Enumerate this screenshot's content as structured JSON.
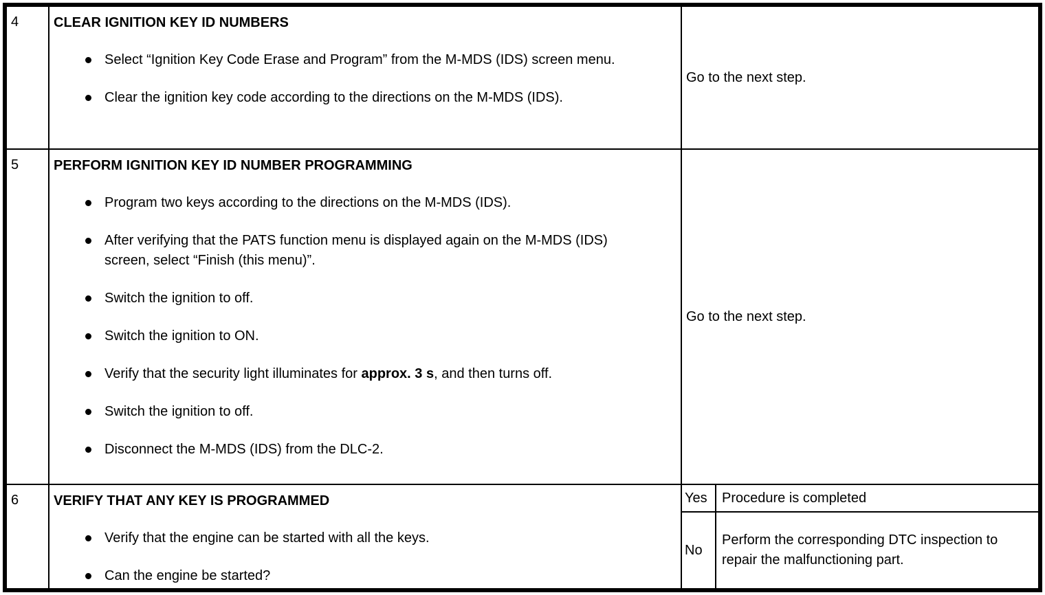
{
  "steps": [
    {
      "number": "4",
      "title": "CLEAR IGNITION KEY ID NUMBERS",
      "bullets": [
        {
          "segments": [
            {
              "text": "Select “Ignition Key Code Erase and Program” from the M-MDS (IDS) screen menu.",
              "bold": false
            }
          ]
        },
        {
          "segments": [
            {
              "text": "Clear the ignition key code according to the directions on the M-MDS (IDS).",
              "bold": false
            }
          ]
        }
      ],
      "results": [
        {
          "flag": "",
          "text": "Go to the next step."
        }
      ]
    },
    {
      "number": "5",
      "title": "PERFORM IGNITION KEY ID NUMBER PROGRAMMING",
      "bullets": [
        {
          "segments": [
            {
              "text": "Program two keys according to the directions on the M-MDS (IDS).",
              "bold": false
            }
          ]
        },
        {
          "segments": [
            {
              "text": "After verifying that the PATS function menu is displayed again on the M-MDS (IDS) screen, select “Finish (this menu)”.",
              "bold": false
            }
          ]
        },
        {
          "segments": [
            {
              "text": "Switch the ignition to off.",
              "bold": false
            }
          ]
        },
        {
          "segments": [
            {
              "text": "Switch the ignition to ON.",
              "bold": false
            }
          ]
        },
        {
          "segments": [
            {
              "text": "Verify that the security light illuminates for ",
              "bold": false
            },
            {
              "text": "approx. 3 s",
              "bold": true
            },
            {
              "text": ", and then turns off.",
              "bold": false
            }
          ]
        },
        {
          "segments": [
            {
              "text": "Switch the ignition to off.",
              "bold": false
            }
          ]
        },
        {
          "segments": [
            {
              "text": "Disconnect the M-MDS (IDS) from the DLC-2.",
              "bold": false
            }
          ]
        }
      ],
      "results": [
        {
          "flag": "",
          "text": "Go to the next step."
        }
      ]
    },
    {
      "number": "6",
      "title": "VERIFY THAT ANY KEY IS PROGRAMMED",
      "bullets": [
        {
          "segments": [
            {
              "text": "Verify that the engine can be started with all the keys.",
              "bold": false
            }
          ]
        },
        {
          "segments": [
            {
              "text": "Can the engine be started?",
              "bold": false
            }
          ]
        }
      ],
      "results": [
        {
          "flag": "Yes",
          "text": "Procedure is completed"
        },
        {
          "flag": "No",
          "text": "Perform the corresponding DTC inspection to repair the malfunctioning part."
        }
      ]
    }
  ],
  "colors": {
    "text": "#000000",
    "border": "#000000",
    "background": "#ffffff"
  }
}
